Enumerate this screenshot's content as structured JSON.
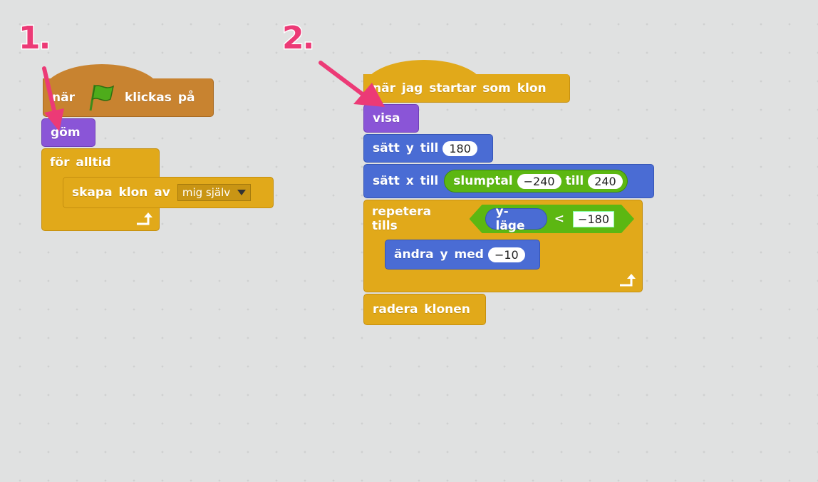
{
  "labels": {
    "step1": "1.",
    "step2": "2."
  },
  "script1": {
    "hat_prefix": "när",
    "hat_suffix": "klickas på",
    "hide": "göm",
    "forever": "för alltid",
    "create_clone": "skapa klon av",
    "clone_target": "mig själv"
  },
  "script2": {
    "hat": "när jag startar som klon",
    "show": "visa",
    "set_y": "sätt y till",
    "set_y_value": "180",
    "set_x": "sätt x till",
    "random": "slumptal",
    "random_from": "−240",
    "random_to_label": "till",
    "random_to": "240",
    "repeat_until": "repetera tills",
    "y_position": "y-läge",
    "less_than": "<",
    "compare_value": "−180",
    "change_y": "ändra y med",
    "change_y_value": "−10",
    "delete_clone": "radera klonen"
  },
  "colors": {
    "events": "#c88330",
    "looks": "#8a55d7",
    "control": "#e1a91a",
    "motion": "#4a6cd4",
    "operators": "#5cb712",
    "annotation": "#ec3a76"
  },
  "icons": [
    "green-flag-icon",
    "loop-arrow-icon",
    "dropdown-arrow-icon",
    "annotation-arrow-icon"
  ]
}
